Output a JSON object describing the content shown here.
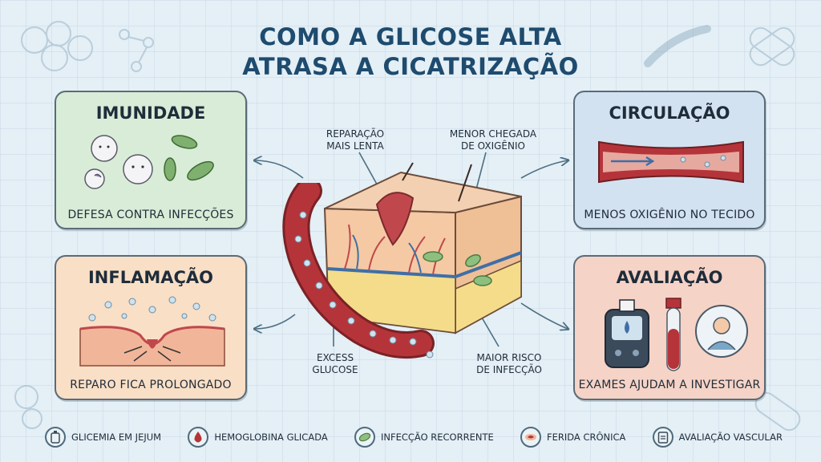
{
  "title": {
    "line1": "COMO A GLICOSE ALTA",
    "line2": "ATRASA A CICATRIZAÇÃO"
  },
  "cards": {
    "imunidade": {
      "title": "IMUNIDADE",
      "caption": "DEFESA CONTRA INFECÇÕES"
    },
    "inflamacao": {
      "title": "INFLAMAÇÃO",
      "caption": "REPARO FICA PROLONGADO"
    },
    "circulacao": {
      "title": "CIRCULAÇÃO",
      "caption": "MENOS OXIGÊNIO NO TECIDO"
    },
    "avaliacao": {
      "title": "AVALIAÇÃO",
      "caption": "EXAMES AJUDAM A INVESTIGAR"
    }
  },
  "labels": {
    "reparacao": {
      "line1": "REPARAÇÃO",
      "line2": "MAIS LENTA"
    },
    "oxigenio": {
      "line1": "MENOR CHEGADA",
      "line2": "DE OXIGÊNIO"
    },
    "glucose": {
      "line1": "EXCESS",
      "line2": "GLUCOSE"
    },
    "infeccao": {
      "line1": "MAIOR RISCO",
      "line2": "DE INFECÇÃO"
    }
  },
  "footer": [
    {
      "label": "GLICEMIA EM JEJUM",
      "icon": "glucometer-icon"
    },
    {
      "label": "HEMOGLOBINA GLICADA",
      "icon": "blood-drop-icon"
    },
    {
      "label": "INFECÇÃO RECORRENTE",
      "icon": "bacteria-icon"
    },
    {
      "label": "FERIDA CRÔNICA",
      "icon": "wound-icon"
    },
    {
      "label": "AVALIAÇÃO VASCULAR",
      "icon": "clipboard-icon"
    }
  ],
  "colors": {
    "title": "#1e4b6e",
    "imunidade": "#d9ecd7",
    "inflamacao": "#f9dfc6",
    "circulacao": "#d3e2f0",
    "avaliacao": "#f5d3c6",
    "vessel": "#b5343a",
    "skin": "#f3c9a8"
  }
}
